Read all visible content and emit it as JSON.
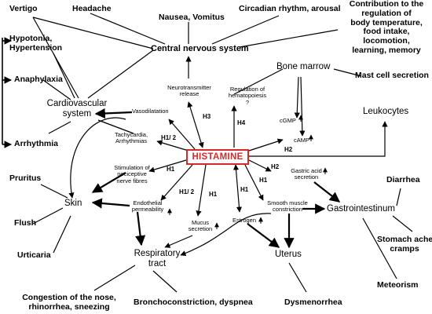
{
  "center": "HISTAMINE",
  "outer_effects": {
    "vertigo": "Vertigo",
    "headache": "Headache",
    "nausea": "Nausea, Vomitus",
    "circadian": "Circadian rhythm, arousal",
    "contribution": [
      "Contribution to the",
      "regulation of",
      "body temperature,",
      "food intake,",
      "locomotion,",
      "learning, memory"
    ],
    "hypotonia": [
      "Hypotonia,",
      "Hypertension"
    ],
    "anaphylaxia": "Anaphylaxia",
    "arrhythmia": "Arrhythmia",
    "mast_cell": "Mast cell secretion",
    "pruritus": "Pruritus",
    "flush": "Flush",
    "urticaria": "Urticaria",
    "congestion": [
      "Congestion of the nose,",
      "rhinorrhea, sneezing"
    ],
    "broncho": "Bronchoconstriction, dyspnea",
    "dysmenorrhea": "Dysmenorrhea",
    "meteorism": "Meteorism",
    "diarrhea": "Diarrhea",
    "stomach": [
      "Stomach ache,",
      "cramps"
    ]
  },
  "systems": {
    "cns": "Central nervous system",
    "bone_marrow": "Bone marrow",
    "cardio": [
      "Cardiovascular",
      "system"
    ],
    "leukocytes": "Leukocytes",
    "skin": "Skin",
    "respiratory": [
      "Respiratory",
      "tract"
    ],
    "uterus": "Uterus",
    "gastro": "Gastrointestinum"
  },
  "mechanisms": {
    "neuro": [
      "Neurotransmitter",
      "release"
    ],
    "hemato": [
      "Regulation of",
      "hematopoiesis",
      "?"
    ],
    "cgmp": "cGMP",
    "camp": "cAMP",
    "vasodilatation": "Vasodilatation",
    "tachy": [
      "Tachycardia,",
      "Arrhythmias"
    ],
    "nerve": [
      "Stimulation of",
      "nociceptive",
      "nerve fibres"
    ],
    "endothelial": [
      "Endothelial",
      "permeability"
    ],
    "mucus": [
      "Mucus",
      "secretion"
    ],
    "estrogen": "Estrogen",
    "smooth": [
      "Smooth muscle",
      "constriction"
    ],
    "gastric": [
      "Gastric acid",
      "secretion"
    ]
  },
  "receptors": {
    "h3": "H3",
    "h4": "H4",
    "h1_2_top": "H1/ 2",
    "h2_right": "H2",
    "h1_left": "H1",
    "h2_gastric": "H2",
    "h1_2_bottom": "H1/ 2",
    "h1_mucus": "H1",
    "h1_estrogen": "H1",
    "h1_smooth": "H1"
  }
}
